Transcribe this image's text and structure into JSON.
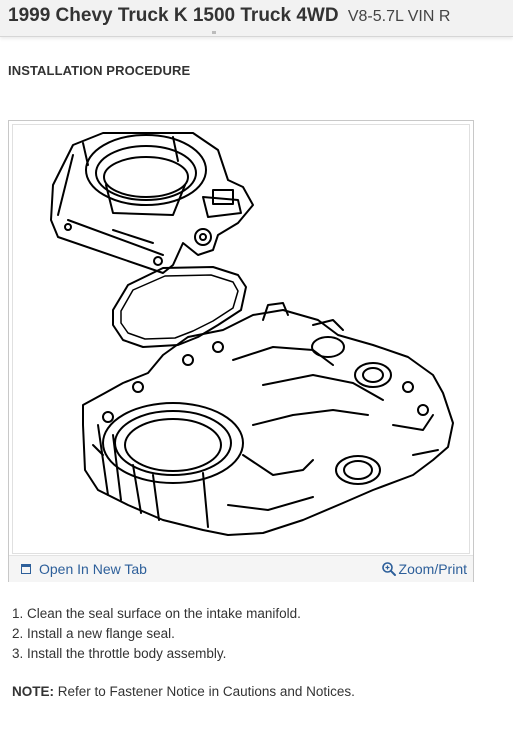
{
  "header": {
    "title": "1999 Chevy Truck K 1500 Truck 4WD",
    "subtitle": "V8-5.7L VIN R"
  },
  "section": {
    "heading": "INSTALLATION PROCEDURE"
  },
  "figure": {
    "open_label": "Open In New Tab",
    "zoom_label": "Zoom/Print",
    "open_icon": "open-in-new-tab-icon",
    "zoom_icon": "magnifier-zoom-icon",
    "link_color": "#2d5f9a"
  },
  "steps": [
    "1. Clean the seal surface on the intake manifold.",
    "2. Install a new flange seal.",
    "3. Install the throttle body assembly."
  ],
  "note": {
    "label": "NOTE:",
    "text": " Refer to Fastener Notice in Cautions and Notices."
  }
}
